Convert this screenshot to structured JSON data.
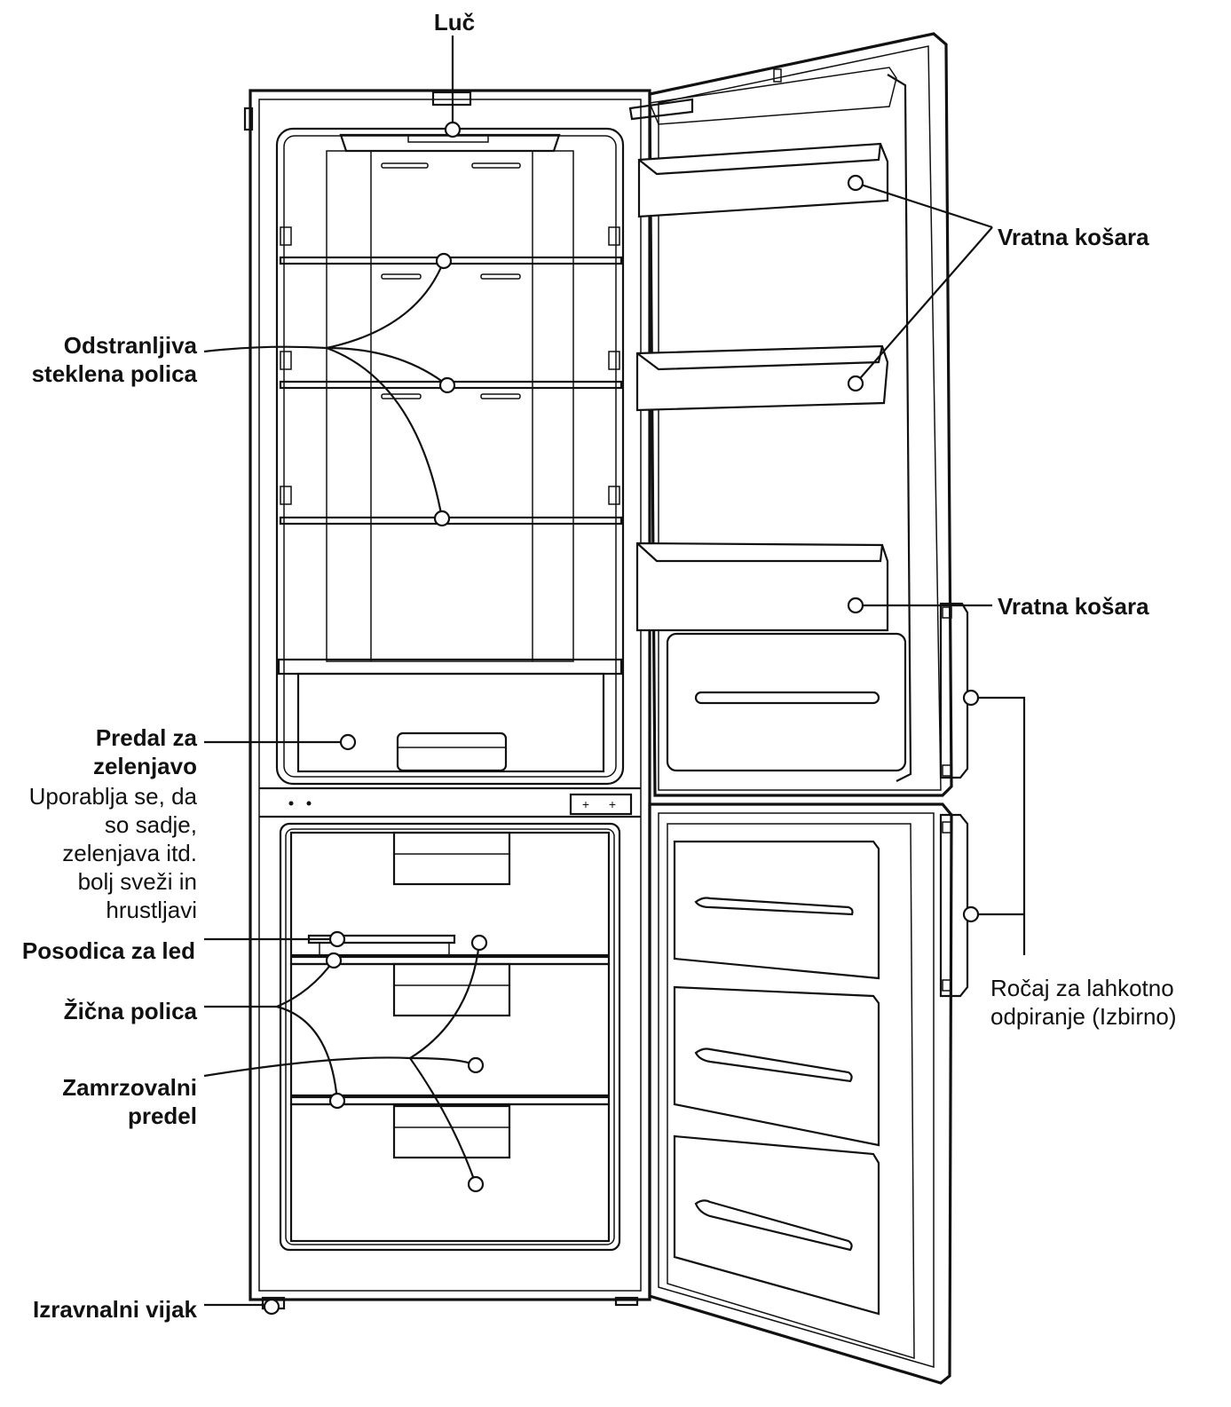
{
  "labels": {
    "light": "Luč",
    "door_basket_top": "Vratna košara",
    "glass_shelf": [
      "Odstranljiva",
      "steklena polica"
    ],
    "door_basket_bottom": "Vratna košara",
    "vegetable_drawer": [
      "Predal za",
      "zelenjavo"
    ],
    "vegetable_drawer_desc": [
      "Uporablja se, da",
      "so sadje,",
      "zelenjava itd.",
      "bolj sveži in",
      "hrustljavi"
    ],
    "ice_tray": "Posodica za led",
    "wire_shelf": "Žična polica",
    "freezer_compartment": [
      "Zamrzovalni",
      "predel"
    ],
    "handle": [
      "Ročaj za lahkotno",
      "odpiranje (Izbirno)"
    ],
    "leveling_screw": "Izravnalni vijak"
  }
}
